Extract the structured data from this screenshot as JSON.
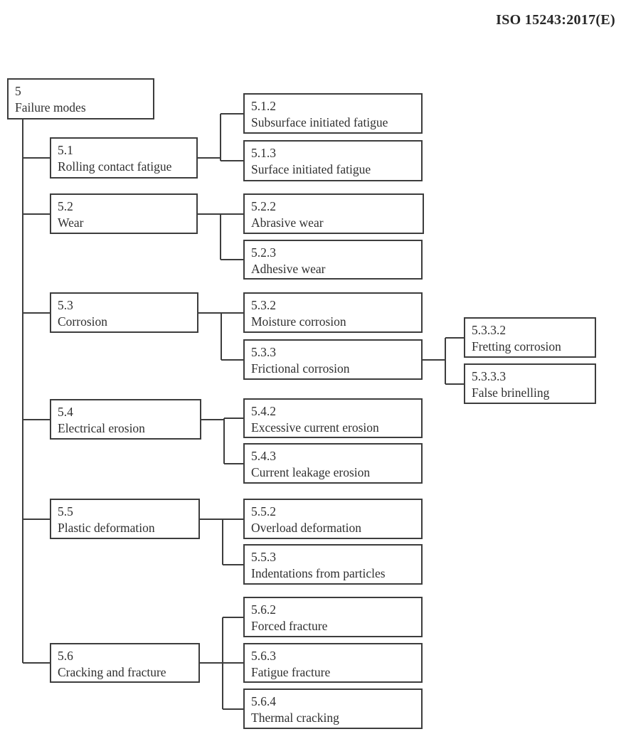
{
  "header": {
    "title": "ISO 15243:2017(E)"
  },
  "colors": {
    "line": "#3d3d3d",
    "border": "#3d3d3d",
    "text": "#303030",
    "background": "#ffffff"
  },
  "tree": {
    "num": "5",
    "label": "Failure modes",
    "children": [
      {
        "num": "5.1",
        "label": "Rolling contact fatigue",
        "children": [
          {
            "num": "5.1.2",
            "label": "Subsurface initiated fatigue"
          },
          {
            "num": "5.1.3",
            "label": "Surface initiated fatigue"
          }
        ]
      },
      {
        "num": "5.2",
        "label": "Wear",
        "children": [
          {
            "num": "5.2.2",
            "label": "Abrasive wear"
          },
          {
            "num": "5.2.3",
            "label": "Adhesive wear"
          }
        ]
      },
      {
        "num": "5.3",
        "label": "Corrosion",
        "children": [
          {
            "num": "5.3.2",
            "label": "Moisture corrosion"
          },
          {
            "num": "5.3.3",
            "label": "Frictional corrosion",
            "children": [
              {
                "num": "5.3.3.2",
                "label": "Fretting corrosion"
              },
              {
                "num": "5.3.3.3",
                "label": "False brinelling"
              }
            ]
          }
        ]
      },
      {
        "num": "5.4",
        "label": "Electrical erosion",
        "children": [
          {
            "num": "5.4.2",
            "label": "Excessive current erosion"
          },
          {
            "num": "5.4.3",
            "label": "Current leakage erosion"
          }
        ]
      },
      {
        "num": "5.5",
        "label": "Plastic deformation",
        "children": [
          {
            "num": "5.5.2",
            "label": "Overload deformation"
          },
          {
            "num": "5.5.3",
            "label": "Indentations from particles"
          }
        ]
      },
      {
        "num": "5.6",
        "label": "Cracking and fracture",
        "children": [
          {
            "num": "5.6.2",
            "label": "Forced fracture"
          },
          {
            "num": "5.6.3",
            "label": "Fatigue fracture"
          },
          {
            "num": "5.6.4",
            "label": "Thermal cracking"
          }
        ]
      }
    ]
  }
}
